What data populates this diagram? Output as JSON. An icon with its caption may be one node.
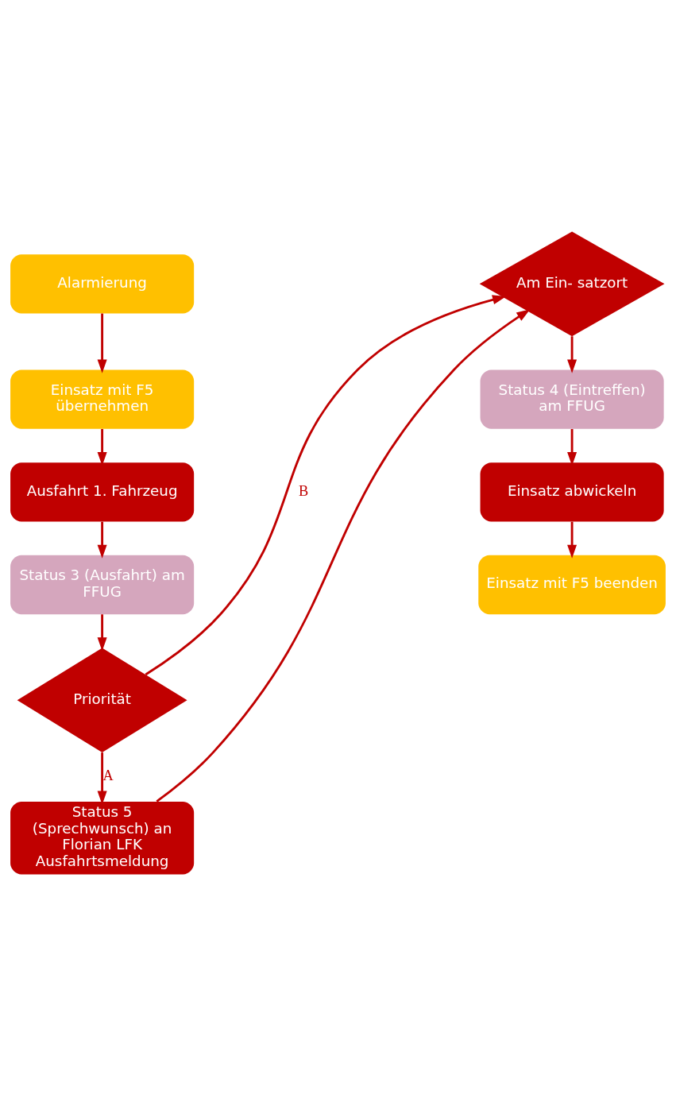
{
  "diagram": {
    "nodes": [
      {
        "text": [
          "Alarmierung"
        ]
      },
      {
        "text": [
          "Einsatz mit F5 übernehmen"
        ]
      },
      {
        "text": [
          "Ausfahrt 1. Fahrzeug"
        ]
      },
      {
        "text": [
          "Status 3 (Ausfahrt) am FFUG"
        ]
      },
      {
        "text": [
          "Priorität"
        ]
      },
      {
        "text": [
          "Status 5 (Sprechwunsch) an Florian LFK Ausfahrtsmeldung"
        ]
      },
      {
        "text": [
          "Am Ein- satzort"
        ]
      },
      {
        "text": [
          "Status 4 (Eintreffen) am FFUG"
        ]
      },
      {
        "text": [
          "Einsatz abwickeln"
        ]
      },
      {
        "text": [
          "Einsatz mit F5 beenden"
        ]
      }
    ],
    "edges": [
      {
        "from": 0,
        "to": 1,
        "arrow": "to"
      },
      {
        "from": 1,
        "to": 2,
        "arrow": "to"
      },
      {
        "from": 2,
        "to": 3,
        "arrow": "to"
      },
      {
        "from": 3,
        "to": 4,
        "arrow": "to"
      },
      {
        "from": 4,
        "to": 5,
        "arrow": "to",
        "label": "A"
      },
      {
        "from": 4,
        "to": 6,
        "arrow": "to",
        "label": "B"
      },
      {
        "from": 5,
        "to": 6,
        "arrow": "to"
      },
      {
        "from": 6,
        "to": 7,
        "arrow": "to"
      },
      {
        "from": 7,
        "to": 8,
        "arrow": "to"
      },
      {
        "from": 8,
        "to": 9,
        "arrow": "to"
      }
    ]
  }
}
